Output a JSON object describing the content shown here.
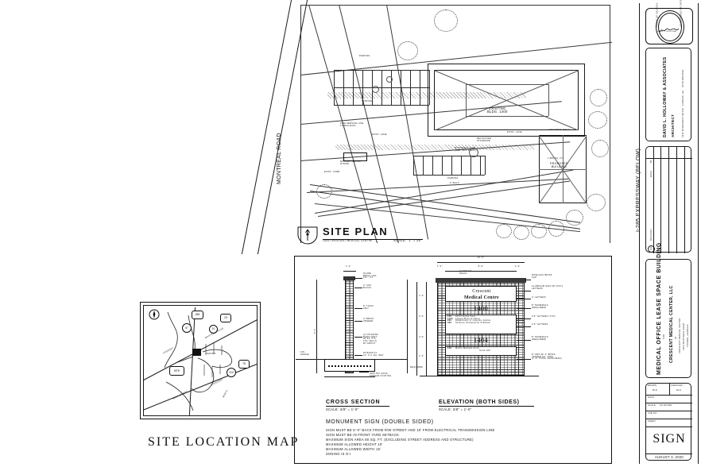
{
  "sheet": {
    "title": "SIGN",
    "date": "AUGUST 3, 2020"
  },
  "site_plan": {
    "title": "SITE PLAN",
    "subtitle": "1404 CRESCENT MEDICAL CENTRE",
    "scale": "SCALE:  1\" = 20'",
    "north_icon": "north-arrow-icon",
    "street_left": "MONTREAL ROAD",
    "street_right": "I-285 EXPRESSWAY (BELOW)",
    "labels": [
      {
        "text": "EXISTING\nBLDG. 1400"
      },
      {
        "text": "PROPOSED\nBUILDING"
      },
      {
        "text": "PARKING"
      },
      {
        "text": "PARKING"
      },
      {
        "text": "PARKING"
      },
      {
        "text": "MONUMENT SIGN\n(SEE THIS SHEET)"
      },
      {
        "text": "DOUBLE YELLOW\nSTRIPE"
      },
      {
        "text": "FIRE SERVICE LINE\nTO BUILDING"
      },
      {
        "text": "EXIST. LANE"
      },
      {
        "text": "EXIST. LANE"
      },
      {
        "text": "CONCRETE WALK"
      },
      {
        "text": "RELOCATED\nSTANDPIPE"
      },
      {
        "text": "6' WALK"
      },
      {
        "text": "EXIST. CURB"
      },
      {
        "text": "1,885 SQ. FT."
      }
    ]
  },
  "location_map": {
    "title": "SITE LOCATION MAP",
    "north_icon": "compass-rose-icon",
    "shields": [
      "285",
      "23",
      "78",
      "410",
      "10",
      "67",
      "SITE"
    ],
    "road_labels": [
      "FREEWAY",
      "MONTREAL ROAD",
      "CRESCENT",
      "CENTER",
      "MAIN STREET",
      "NORTH"
    ]
  },
  "cross_section": {
    "title": "CROSS SECTION",
    "scale": "SCALE: 3/8\" = 1'-0\"",
    "top_dim": "1'-4\"",
    "footing_dim": "60\"",
    "height_dim": "6'-0\"",
    "grade_label": "FIN.\nGRADE",
    "callouts": [
      "SLOPE\nBRICK CAP\n1/4\" / FT.",
      "4\" CAP\nBLOCK",
      "8\" THICK\nCMU",
      "4\" BRICK\nVENEER",
      "(2) #5 REINF.\nBARS VERT.\nAT 24\" O.C.\nFILL CELLS\nW/ GROUT",
      "#5 BARS AT\n12\" O.C. EA. WAY",
      "3000 PSI CONC.\nSPREAD FOOTING"
    ]
  },
  "elevation": {
    "title": "ELEVATION (BOTH SIDES)",
    "scale": "SCALE: 3/8\" = 1'-0\"",
    "width_dim": "10'-0\"",
    "inner_dim": "8'-0\"",
    "edge_dim_left": "1'-0\"",
    "edge_dim_right": "1'-0\"",
    "slope_note": "SLOPE TO\nDRAIN",
    "required_note": "REQUIRED",
    "sign_name_line1": "Crescent",
    "sign_name_line2": "Medical Centre",
    "address_1": "1400",
    "address_2": "1404",
    "tenants_1400": [
      {
        "suite": "100",
        "name": "ACCT Home Care",
        "sub": "Suite 100"
      },
      {
        "suite": "1100",
        "name": "Legacy Brain & Spine",
        "sub": "Suite 110"
      },
      {
        "suite": "200",
        "name": "Department of Juvenile Justice",
        "sub": "Suite 200"
      },
      {
        "suite": "300",
        "name": "Serenity Chiropractic & Rehab",
        "sub": "Suite 300"
      }
    ],
    "tenants_1404": [
      {
        "suite": "100",
        "name": "Midtro Medical Clinic",
        "sub": "Suite 100"
      }
    ],
    "callouts": [
      "ROWLOCK BRICK\nCAP",
      "ALUMINUM SIGN W/ VINYL\nLETTERS",
      "4\" LETTERS",
      "8\" NUMERALS\n(REQUIRED)",
      "3.5\" LETTERS (TYP)",
      "2.5\" LETTERS",
      "8\" NUMERALS\n(REQUIRED)",
      "8\" CMU W/ 4\" BRICK\nVENEER EA. SIDE\n(1'-4\" TOTAL THICKNESS)"
    ],
    "side_dims": [
      "1'-6\"",
      "2'-0\"",
      "3'-6\"",
      "1'-0\"",
      "1'-6\"",
      "2'-0\""
    ]
  },
  "notes": {
    "heading": "MONUMENT SIGN (DOUBLE SIDED)",
    "items": [
      "SIGN MUST BE 5'-0\" BACK FROM R/W STREET AND 10' FROM ELECTRICAL TRANSMISSION LINE",
      "SIGN MUST BE IN FRONT YARD SETBACK",
      "MAXIMUM SIGN AREA 80 SQ. FT. (EXCLUDING STREET ADDRESS AND STRUCTURE)",
      "MAXIMUM ALLOWED HEIGHT 10'",
      "MAXIMUM ALLOWED WIDTH 15'",
      "ZONING IS O-I"
    ]
  },
  "title_block": {
    "seal_text_top": "STATE OF GEORGIA",
    "seal_text_bottom": "REGISTERED ARCHITECT",
    "seal_name": "DAVID L. HOLLOWAY",
    "firm_name": "DAVID L. HOLLOWAY & ASSOCIATES",
    "firm_role": "ARCHITECT",
    "firm_address": "1910 WINDCREST DRIVE   LILBURN, GA.   (678) 908-6504",
    "revision_headers": [
      "NO.",
      "REVISION",
      "DATE",
      "BY"
    ],
    "project_title": "MEDICAL OFFICE LEASE SPACE BUILDING",
    "project_for": "FOR",
    "project_owner": "CRESCENT MEDICAL CENTER, LLC",
    "project_at": "AT",
    "project_location_1": "CRESCENT MEDICAL CENTER",
    "project_location_2": "1404 MONTREAL ROAD",
    "project_location_3": "TUCKER, GEORGIA",
    "drawn_label": "DRAWN :",
    "drawn_value": "DLH",
    "checked_label": "CHECKED :",
    "checked_value": "DLH",
    "date_label": "DATE :",
    "scale_label": "SCALE :",
    "scale_value": "AS NOTED",
    "job_label": "JOB NO. :",
    "sheet_label": "SHEET"
  }
}
